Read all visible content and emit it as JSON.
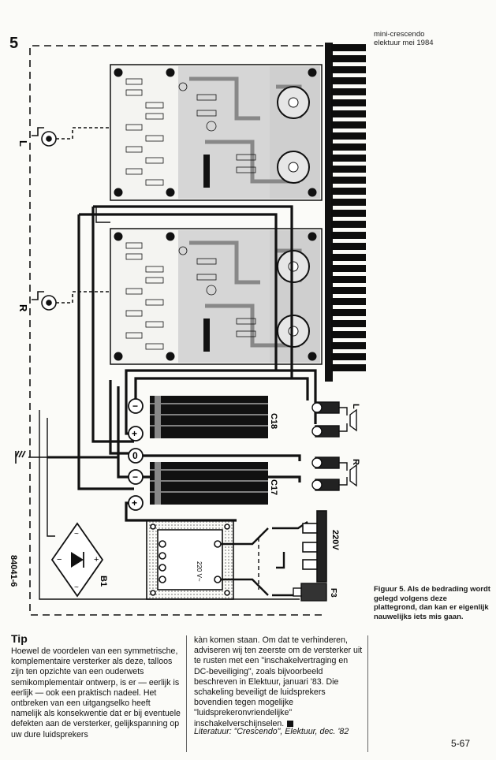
{
  "header": {
    "line1": "mini-crescendo",
    "line2": "elektuur mei 1984"
  },
  "figure": {
    "number": "5",
    "labels": {
      "left": "L",
      "right": "R",
      "c18": "C18",
      "c17": "C17",
      "b1": "B1",
      "f3": "F3",
      "mains": "220V",
      "trafo_v": "220 V~",
      "code": "84041-6",
      "minus": "−",
      "plus": "+",
      "zero": "0",
      "spk_l": "L",
      "spk_r": "R"
    }
  },
  "caption": "Figuur 5. Als de bedrading wordt gelegd volgens deze plattegrond, dan kan er eigenlijk nauwelijks iets mis gaan.",
  "tip": {
    "title": "Tip",
    "col1": "Hoewel de voordelen van een symmetrische, komplementaire versterker als deze, talloos zijn ten opzichte van een ouderwets semikomplementair ontwerp, is er — eerlijk is eerlijk — ook een praktisch nadeel. Het ontbreken van een uitgangselko heeft namelijk als konsekwentie dat er bij eventuele defekten aan de versterker, gelijkspanning op uw dure luidsprekers",
    "col2": "kàn komen staan. Om dat te verhinderen, adviseren wij ten zeerste om de versterker uit te rusten met een \"inschakelvertraging en DC-beveiliging\", zoals bijvoorbeeld beschreven in Elektuur, januari '83. Die schakeling beveiligt de luidsprekers bovendien tegen mogelijke \"luidsprekeronvriendelijke\" inschakelverschijnselen.",
    "literature": "Literatuur: \"Crescendo\", Elektuur, dec. '82"
  },
  "page_number": "5-67"
}
